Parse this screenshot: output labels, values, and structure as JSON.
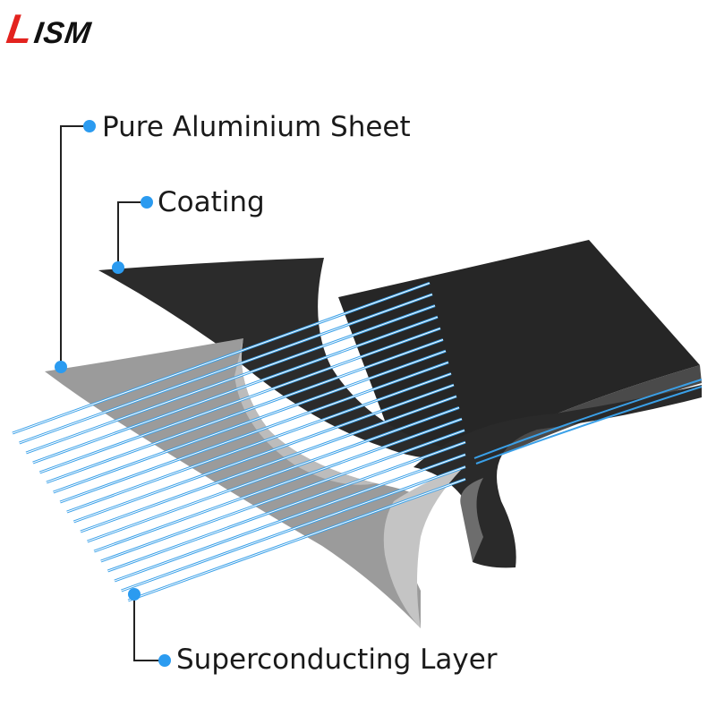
{
  "logo": {
    "initial": "L",
    "rest": "ISM"
  },
  "labels": {
    "aluminium": "Pure Aluminium Sheet",
    "coating": "Coating",
    "superconducting": "Superconducting Layer"
  },
  "colors": {
    "coating": "#2b2b2b",
    "aluminium": "#9a9a9a",
    "aluminium_light": "#c9c9c9",
    "superconducting": "#3aa0e8",
    "marker": "#2b9bf0",
    "logo_red": "#e3231f"
  }
}
